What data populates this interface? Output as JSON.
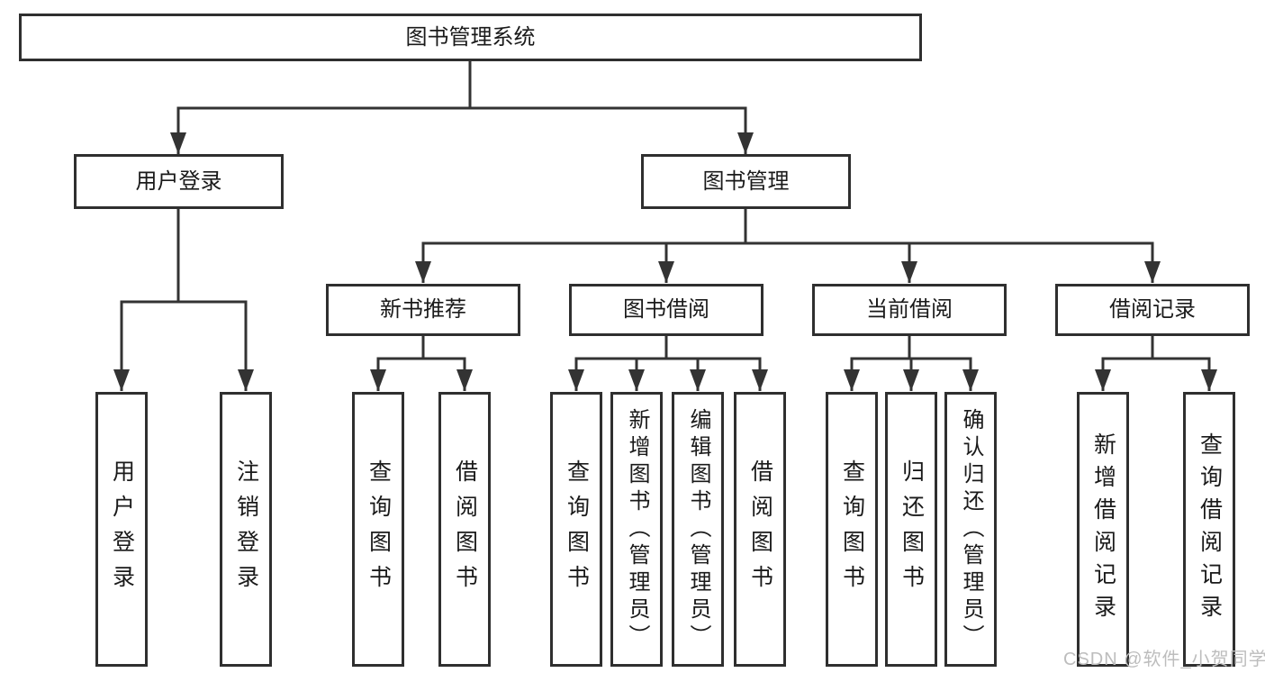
{
  "diagram": {
    "root": "图书管理系统",
    "level2": [
      "用户登录",
      "图书管理"
    ],
    "level3": [
      "新书推荐",
      "图书借阅",
      "当前借阅",
      "借阅记录"
    ],
    "leaves": {
      "user_login": [
        "用户登录",
        "注销登录"
      ],
      "new_books": [
        "查询图书",
        "借阅图书"
      ],
      "borrow": [
        "查询图书",
        "新增图书（管理员）",
        "编辑图书（管理员）",
        "借阅图书"
      ],
      "current": [
        "查询图书",
        "归还图书",
        "确认归还（管理员）"
      ],
      "records": [
        "新增借阅记录",
        "查询借阅记录"
      ]
    }
  },
  "watermark": "CSDN @软件_小贺同学",
  "colors": {
    "line": "#333333",
    "border": "#2f2f2f",
    "text": "#1a1a1a",
    "watermark": "#bdbdbd",
    "background": "#ffffff"
  }
}
